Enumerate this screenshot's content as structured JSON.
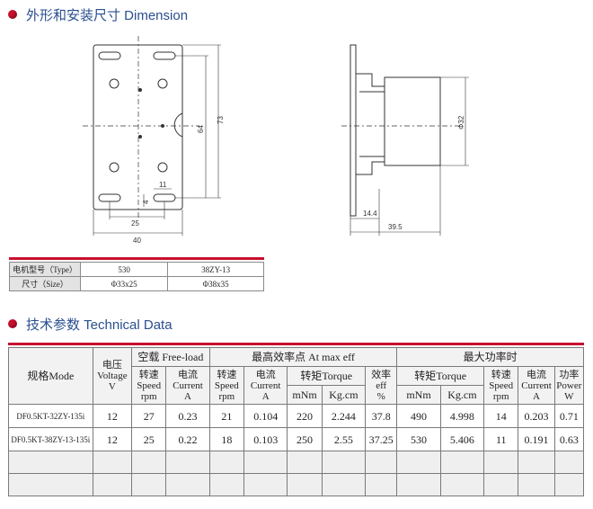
{
  "dimension_section": {
    "title": "外形和安装尺寸 Dimension",
    "front_view": {
      "width": "40",
      "hole_spacing": "25",
      "slot_width": "11",
      "small_offset": "4",
      "height": "73",
      "inner_height": "64"
    },
    "side_view": {
      "diameter": "Φ32",
      "flange": "14.4",
      "length": "39.5"
    }
  },
  "spec_table": {
    "rows": [
      {
        "label": "电机型号（Type）",
        "col1": "530",
        "col2": "38ZY-13"
      },
      {
        "label": "尺寸（Size）",
        "col1": "Φ33x25",
        "col2": "Φ38x35"
      }
    ]
  },
  "technical_section": {
    "title": "技术参数 Technical Data",
    "headers": {
      "model": "规格Mode",
      "voltage": [
        "电压",
        "Voltage",
        "V"
      ],
      "free_load": "空载 Free-load",
      "max_eff": "最高效率点 At max eff",
      "max_power": "最大功率时",
      "speed": [
        "转速",
        "Speed",
        "rpm"
      ],
      "current": [
        "电流",
        "Current",
        "A"
      ],
      "torque": "转矩Torque",
      "eff": [
        "效率",
        "eff",
        "%"
      ],
      "power": [
        "功率",
        "Power",
        "W"
      ],
      "mnm": "mNm",
      "kgcm": "Kg.cm"
    },
    "rows": [
      {
        "model": "DF0.5KT-32ZY-135i",
        "voltage": "12",
        "free_speed": "27",
        "free_current": "0.23",
        "eff_speed": "21",
        "eff_current": "0.104",
        "eff_mnm": "220",
        "eff_kgcm": "2.244",
        "eff_pct": "37.8",
        "mp_mnm": "490",
        "mp_kgcm": "4.998",
        "mp_speed": "14",
        "mp_current": "0.203",
        "mp_power": "0.71"
      },
      {
        "model": "DF0.5KT-38ZY-13-135i",
        "voltage": "12",
        "free_speed": "25",
        "free_current": "0.22",
        "eff_speed": "18",
        "eff_current": "0.103",
        "eff_mnm": "250",
        "eff_kgcm": "2.55",
        "eff_pct": "37.25",
        "mp_mnm": "530",
        "mp_kgcm": "5.406",
        "mp_speed": "11",
        "mp_current": "0.191",
        "mp_power": "0.63"
      }
    ]
  },
  "colors": {
    "accent": "#c8102e",
    "heading": "#2a4f8f"
  }
}
